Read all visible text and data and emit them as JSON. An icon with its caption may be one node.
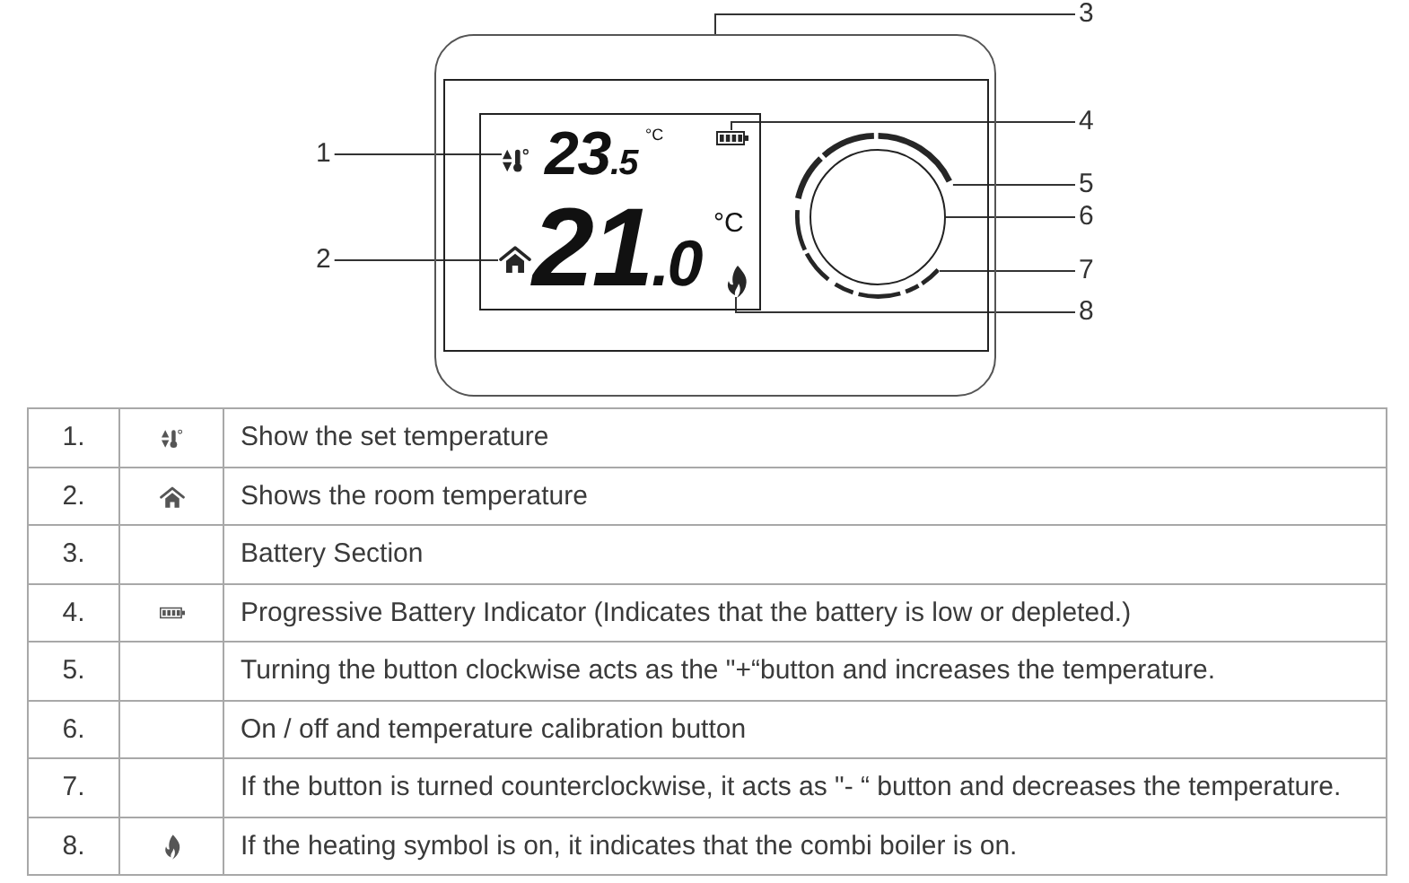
{
  "diagram": {
    "nodes": [
      {
        "text": [],
        "shape": "box"
      },
      {
        "text": [],
        "shape": "box",
        "in": 0
      },
      {
        "text": [
          "23$_{.5}$",
          "°C",
          "21$_{.0}$",
          "°C"
        ],
        "in": 1
      },
      {
        "text": [],
        "shape": "picture",
        "in": 2
      },
      {
        "text": [],
        "shape": "picture",
        "in": 2
      },
      {
        "text": [],
        "shape": "picture",
        "in": 2
      },
      {
        "text": [],
        "shape": "picture",
        "in": 2
      },
      {
        "text": [],
        "shape": "arc",
        "in": 1
      },
      {
        "text": [],
        "shape": "circle",
        "in": 1
      },
      {
        "text": [],
        "shape": "arc",
        "in": 1
      },
      {
        "text": [
          "1"
        ]
      },
      {
        "text": [
          "2"
        ]
      },
      {
        "text": [
          "3"
        ]
      },
      {
        "text": [
          "4"
        ]
      },
      {
        "text": [
          "5"
        ]
      },
      {
        "text": [
          "6"
        ]
      },
      {
        "text": [
          "7"
        ]
      },
      {
        "text": [
          "8"
        ]
      }
    ],
    "edges": [
      {
        "from": 10,
        "to": 3,
        "arrow": "none"
      },
      {
        "from": 11,
        "to": 4,
        "arrow": "none"
      },
      {
        "from": 12,
        "to": 0,
        "arrow": "none"
      },
      {
        "from": 13,
        "to": 5,
        "arrow": "none"
      },
      {
        "from": 14,
        "to": 7,
        "arrow": "none"
      },
      {
        "from": 15,
        "to": 8,
        "arrow": "none"
      },
      {
        "from": 16,
        "to": 9,
        "arrow": "none"
      },
      {
        "from": 17,
        "to": 6,
        "arrow": "none"
      }
    ],
    "labels": [
      "1.",
      "Show the set temperature",
      "2.",
      "Shows the room temperature",
      "3.",
      "Battery Section",
      "4.",
      "Progressive Battery Indicator (Indicates that the battery is low or depleted.)",
      "5.",
      "Turning the button clockwise acts as the \"+“button and increases the temperature.",
      "6.",
      "On / off and temperature calibration button",
      "7.",
      "If the button is turned counterclockwise, it acts as \"- “ button and decreases the temperature.",
      "8.",
      "If the heating symbol is on, it indicates that the combi boiler is on."
    ]
  }
}
